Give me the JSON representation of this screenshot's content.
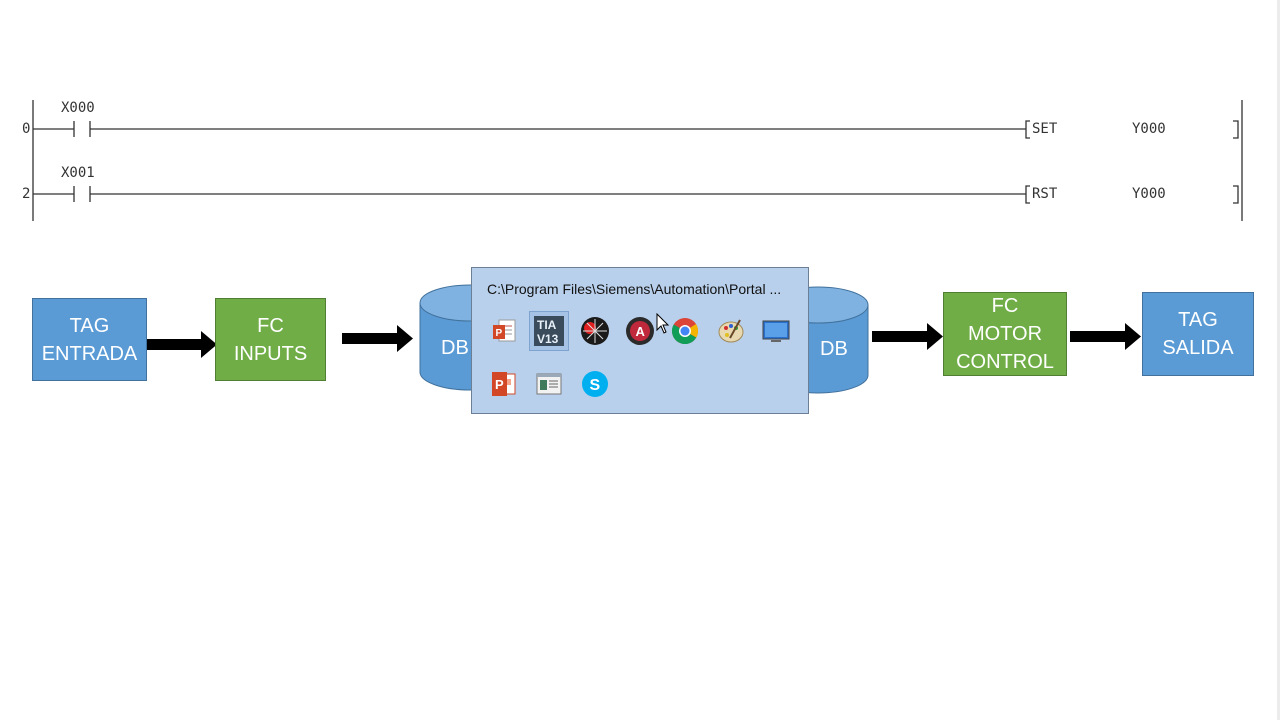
{
  "ladder": {
    "rungs": [
      {
        "number": "0",
        "contact": "X000",
        "instruction": "SET",
        "operand": "Y000"
      },
      {
        "number": "2",
        "contact": "X001",
        "instruction": "RST",
        "operand": "Y000"
      }
    ]
  },
  "flow": {
    "tag_entrada": [
      "TAG",
      "ENTRADA"
    ],
    "fc_inputs": [
      "FC",
      "INPUTS"
    ],
    "db_left": "DB",
    "db_right": "DB",
    "fc_motor": [
      "FC",
      "MOTOR",
      "CONTROL"
    ],
    "tag_salida": [
      "TAG",
      "SALIDA"
    ]
  },
  "taskbar_popup": {
    "title": "C:\\Program Files\\Siemens\\Automation\\Portal ...",
    "apps": [
      {
        "icon": "powerpoint-document-icon"
      },
      {
        "icon": "tia-portal-v13-icon",
        "label": "TIA V13",
        "selected": true
      },
      {
        "icon": "spider-app-icon"
      },
      {
        "icon": "red-a-circle-icon",
        "label": "A"
      },
      {
        "icon": "chrome-icon"
      },
      {
        "icon": "paint-palette-icon"
      },
      {
        "icon": "monitor-window-icon"
      },
      {
        "icon": "powerpoint-icon",
        "label": "P"
      },
      {
        "icon": "document-window-icon"
      },
      {
        "icon": "skype-icon",
        "label": "S"
      }
    ]
  },
  "colors": {
    "block_blue": "#5b9bd5",
    "block_green": "#70ad47",
    "popup_background": "#b9d0ec"
  }
}
